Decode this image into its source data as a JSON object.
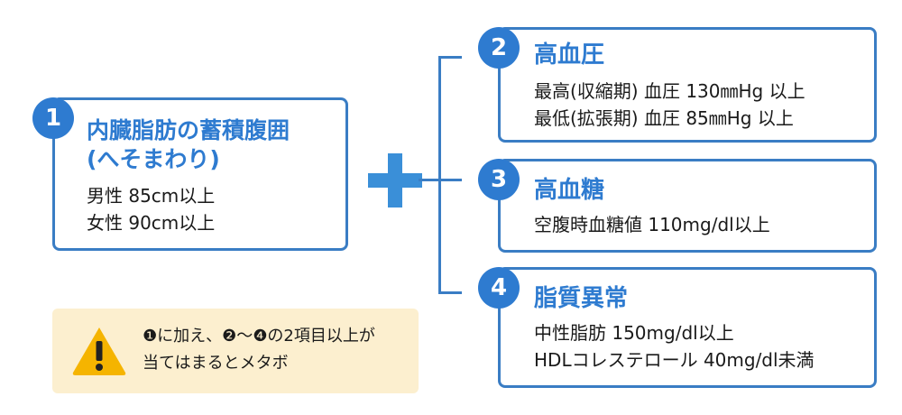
{
  "item1": {
    "number": "1",
    "title_line1": "内臓脂肪の蓄積腹囲",
    "title_line2": "(へそまわり)",
    "lines": [
      "男性 85cm以上",
      "女性 90cm以上"
    ]
  },
  "plus_symbol": "+",
  "item2": {
    "number": "2",
    "title": "高血圧",
    "lines": [
      "最高(収縮期) 血圧 130㎜Hg 以上",
      "最低(拡張期) 血圧 85㎜Hg 以上"
    ]
  },
  "item3": {
    "number": "3",
    "title": "高血糖",
    "lines": [
      "空腹時血糖値 110mg/dl以上"
    ]
  },
  "item4": {
    "number": "4",
    "title": "脂質異常",
    "lines": [
      "中性脂肪 150mg/dl以上",
      "HDLコレステロール 40mg/dl未満"
    ]
  },
  "note": {
    "icon": "warning-icon",
    "line1": "❶に加え、❷～❹の2項目以上が",
    "line2": "当てはまるとメタボ"
  },
  "colors": {
    "accent": "#2e7bd0",
    "border": "#3a7dc4",
    "plus": "#3a8fd8",
    "note_bg": "#fcefcf",
    "warning": "#f5b400"
  }
}
